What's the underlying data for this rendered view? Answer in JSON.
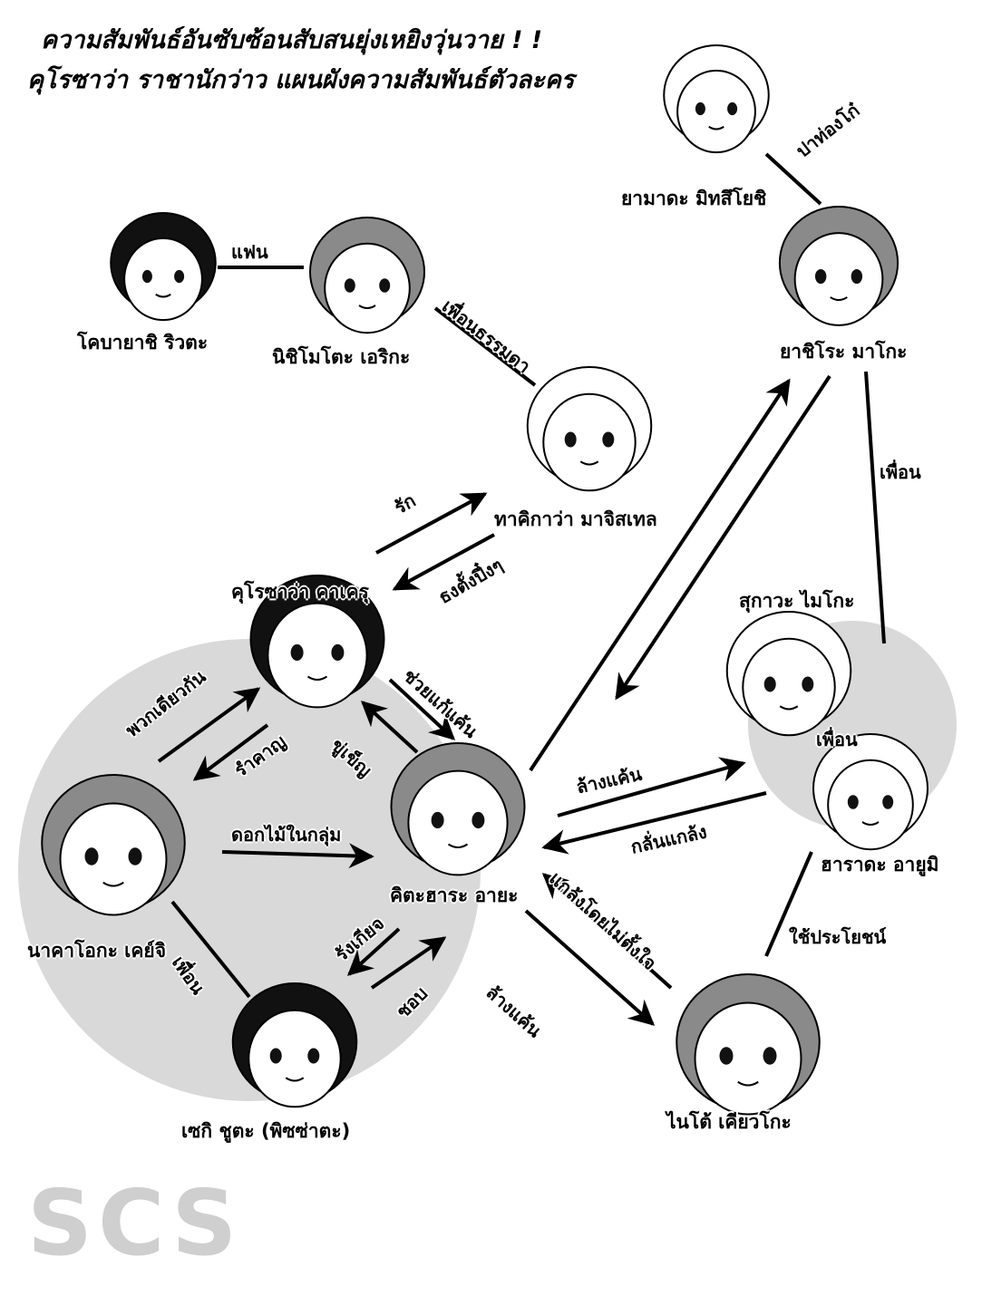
{
  "title": {
    "line1": "ความสัมพันธ์อันซับซ้อนสับสนยุ่งเหยิงวุ่นวาย ! !",
    "line2": "คุโรซาว่า ราชานักว่าว แผนผังความสัมพันธ์ตัวละคร"
  },
  "watermark": "SCS",
  "characters": [
    {
      "id": "yamada",
      "name": "ยามาดะ มิทสึโยชิ",
      "hair": "#ffffff"
    },
    {
      "id": "kobayashi",
      "name": "โคบายาชิ ริวตะ",
      "hair": "#111111"
    },
    {
      "id": "nishimoto",
      "name": "นิชิโมโตะ เอริกะ",
      "hair": "#8a8a8a"
    },
    {
      "id": "yashiro",
      "name": "ยาชิโระ มาโกะ",
      "hair": "#8a8a8a"
    },
    {
      "id": "takigawa",
      "name": "ทาคิกาว่า มาจิสเทล",
      "hair": "#ffffff"
    },
    {
      "id": "kurosawa",
      "name": "คุโรซาว่า คาเครุ",
      "hair": "#111111"
    },
    {
      "id": "suga",
      "name": "สุกาวะ ไมโกะ",
      "hair": "#ffffff"
    },
    {
      "id": "harada",
      "name": "ฮาราดะ อายูมิ",
      "hair": "#ffffff"
    },
    {
      "id": "nakaoka",
      "name": "นาคาโอกะ เคย์จิ",
      "hair": "#8a8a8a"
    },
    {
      "id": "kitahara",
      "name": "คิตะฮาระ อายะ",
      "hair": "#8a8a8a"
    },
    {
      "id": "seki",
      "name": "เซกิ ชูตะ (พิซซ่าตะ)",
      "hair": "#111111"
    },
    {
      "id": "naito",
      "name": "ไนโต้ เคียวโกะ",
      "hair": "#8a8a8a"
    }
  ],
  "relations": [
    {
      "label": "ปาท่องโก๋"
    },
    {
      "label": "แฟน"
    },
    {
      "label": "เพื่อนธรรมดา"
    },
    {
      "label": "เพื่อน"
    },
    {
      "label": "รัก"
    },
    {
      "label": "ธงตั้งปึ๋งๆ"
    },
    {
      "label": "พวกเดียวกัน"
    },
    {
      "label": "รำคาญ"
    },
    {
      "label": "ช่วยแก้แค้น"
    },
    {
      "label": "ขู่เข็ญ"
    },
    {
      "label": "ดอกไม้ในกลุ่ม"
    },
    {
      "label": "รังเกียจ"
    },
    {
      "label": "ชอบ"
    },
    {
      "label": "เพื่อน"
    },
    {
      "label": "ล้างแค้น"
    },
    {
      "label": "กลั่นแกล้ง"
    },
    {
      "label": "แกล้งโดยไม่ตั้งใจ"
    },
    {
      "label": "ล้างแค้น"
    },
    {
      "label": "ใช้ประโยชน์"
    },
    {
      "label": "เพื่อน"
    }
  ]
}
